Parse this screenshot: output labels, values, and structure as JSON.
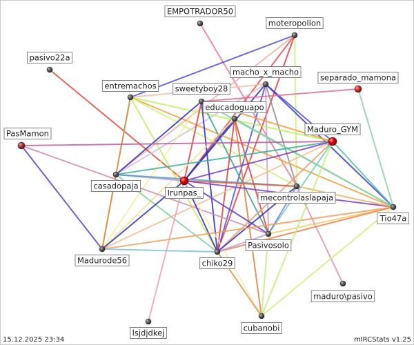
{
  "footer": {
    "timestamp": "15.12.2025 23:34",
    "version": "mIRCStats v1.25"
  },
  "nodes": [
    {
      "id": "EMPOTRADOR50",
      "label": "EMPOTRADOR50",
      "color": "#555555"
    },
    {
      "id": "moteropollon",
      "label": "moteropollon",
      "color": "#555555"
    },
    {
      "id": "pasivo22a",
      "label": "pasivo22a",
      "color": "#555555"
    },
    {
      "id": "macho_x_macho",
      "label": "macho_x_macho",
      "color": "#555555"
    },
    {
      "id": "separado_mamona",
      "label": "separado_mamona",
      "color": "#cc2222"
    },
    {
      "id": "entremachos",
      "label": "entremachos",
      "color": "#555555"
    },
    {
      "id": "sweetyboy28",
      "label": "sweetyboy28",
      "color": "#555555"
    },
    {
      "id": "educadoguapo",
      "label": "educadoguapo",
      "color": "#555555"
    },
    {
      "id": "PasMamon",
      "label": "PasMamon",
      "color": "#a03030"
    },
    {
      "id": "Maduro_GYM",
      "label": "Maduro_GYM",
      "color": "#e00000"
    },
    {
      "id": "casadopaja",
      "label": "casadopaja",
      "color": "#555555"
    },
    {
      "id": "Irunpas_",
      "label": "Irunpas_",
      "color": "#e00000"
    },
    {
      "id": "mecontrolaslapaja",
      "label": "mecontrolaslapaja",
      "color": "#555555"
    },
    {
      "id": "Tio47a",
      "label": "Tio47a",
      "color": "#555555"
    },
    {
      "id": "Pasivosolo",
      "label": "Pasivosolo",
      "color": "#555555"
    },
    {
      "id": "Madurode56",
      "label": "Madurode56",
      "color": "#555555"
    },
    {
      "id": "chiko29",
      "label": "chiko29",
      "color": "#555555"
    },
    {
      "id": "maduro\\pasivo",
      "label": "maduro\\pasivo",
      "color": "#555555"
    },
    {
      "id": "lsjdjdkej",
      "label": "lsjdjdkej",
      "color": "#555555"
    },
    {
      "id": "cubanobi",
      "label": "cubanobi",
      "color": "#555555"
    }
  ],
  "edges": [
    {
      "a": "EMPOTRADOR50",
      "b": "mecontrolaslapaja",
      "color": "#e87a9a"
    },
    {
      "a": "moteropollon",
      "b": "Irunpas_",
      "color": "#e05050"
    },
    {
      "a": "moteropollon",
      "b": "casadopaja",
      "color": "#f0b0a0"
    },
    {
      "a": "moteropollon",
      "b": "mecontrolaslapaja",
      "color": "#d0f080"
    },
    {
      "a": "moteropollon",
      "b": "chiko29",
      "color": "#e04040"
    },
    {
      "a": "moteropollon",
      "b": "entremachos",
      "color": "#5050d0"
    },
    {
      "a": "pasivo22a",
      "b": "Irunpas_",
      "color": "#e84a3a"
    },
    {
      "a": "macho_x_macho",
      "b": "Irunpas_",
      "color": "#3030c0"
    },
    {
      "a": "macho_x_macho",
      "b": "Maduro_GYM",
      "color": "#5050e0"
    },
    {
      "a": "macho_x_macho",
      "b": "Tio47a",
      "color": "#3a3ad0"
    },
    {
      "a": "macho_x_macho",
      "b": "chiko29",
      "color": "#5050e0"
    },
    {
      "a": "macho_x_macho",
      "b": "Pasivosolo",
      "color": "#d0a0d0"
    },
    {
      "a": "macho_x_macho",
      "b": "mecontrolaslapaja",
      "color": "#909090"
    },
    {
      "a": "macho_x_macho",
      "b": "casadopaja",
      "color": "#d0c0e0"
    },
    {
      "a": "macho_x_macho",
      "b": "entremachos",
      "color": "#f0c0a0"
    },
    {
      "a": "separado_mamona",
      "b": "sweetyboy28",
      "color": "#e07090"
    },
    {
      "a": "separado_mamona",
      "b": "Tio47a",
      "color": "#90d0a0"
    },
    {
      "a": "entremachos",
      "b": "casadopaja",
      "color": "#c0b060"
    },
    {
      "a": "entremachos",
      "b": "Maduro_GYM",
      "color": "#c0f060"
    },
    {
      "a": "entremachos",
      "b": "Tio47a",
      "color": "#f0a040"
    },
    {
      "a": "entremachos",
      "b": "chiko29",
      "color": "#c0f060"
    },
    {
      "a": "entremachos",
      "b": "Madurode56",
      "color": "#d09050"
    },
    {
      "a": "entremachos",
      "b": "mecontrolaslapaja",
      "color": "#d0f080"
    },
    {
      "a": "sweetyboy28",
      "b": "casadopaja",
      "color": "#3030c0"
    },
    {
      "a": "sweetyboy28",
      "b": "Irunpas_",
      "color": "#e04040"
    },
    {
      "a": "sweetyboy28",
      "b": "Maduro_GYM",
      "color": "#f0a040"
    },
    {
      "a": "sweetyboy28",
      "b": "Pasivosolo",
      "color": "#40a0a0"
    },
    {
      "a": "sweetyboy28",
      "b": "chiko29",
      "color": "#3030c0"
    },
    {
      "a": "sweetyboy28",
      "b": "Tio47a",
      "color": "#70d0b0"
    },
    {
      "a": "sweetyboy28",
      "b": "Madurode56",
      "color": "#f0f0a0"
    },
    {
      "a": "educadoguapo",
      "b": "Irunpas_",
      "color": "#3030c0"
    },
    {
      "a": "educadoguapo",
      "b": "chiko29",
      "color": "#e04040"
    },
    {
      "a": "educadoguapo",
      "b": "Pasivosolo",
      "color": "#e04040"
    },
    {
      "a": "educadoguapo",
      "b": "cubanobi",
      "color": "#e08040"
    },
    {
      "a": "educadoguapo",
      "b": "Tio47a",
      "color": "#90d0a0"
    },
    {
      "a": "educadoguapo",
      "b": "Madurode56",
      "color": "#f0e0a0"
    },
    {
      "a": "PasMamon",
      "b": "Madurode56",
      "color": "#6040c0"
    },
    {
      "a": "PasMamon",
      "b": "Maduro_GYM",
      "color": "#c060a0"
    },
    {
      "a": "PasMamon",
      "b": "Pasivosolo",
      "color": "#d090b0"
    },
    {
      "a": "Maduro_GYM",
      "b": "casadopaja",
      "color": "#40b0a0"
    },
    {
      "a": "Maduro_GYM",
      "b": "Irunpas_",
      "color": "#8040c0"
    },
    {
      "a": "Maduro_GYM",
      "b": "Tio47a",
      "color": "#50c0b0"
    },
    {
      "a": "Maduro_GYM",
      "b": "chiko29",
      "color": "#e0a070"
    },
    {
      "a": "Maduro_GYM",
      "b": "Madurode56",
      "color": "#f0c090"
    },
    {
      "a": "Maduro_GYM",
      "b": "Pasivosolo",
      "color": "#70d0b0"
    },
    {
      "a": "casadopaja",
      "b": "Irunpas_",
      "color": "#c090e0"
    },
    {
      "a": "casadopaja",
      "b": "chiko29",
      "color": "#80d0a0"
    },
    {
      "a": "casadopaja",
      "b": "mecontrolaslapaja",
      "color": "#50a0c0"
    },
    {
      "a": "casadopaja",
      "b": "Madurode56",
      "color": "#e09040"
    },
    {
      "a": "Irunpas_",
      "b": "mecontrolaslapaja",
      "color": "#e06040"
    },
    {
      "a": "Irunpas_",
      "b": "Tio47a",
      "color": "#8040c0"
    },
    {
      "a": "Irunpas_",
      "b": "chiko29",
      "color": "#3030c0"
    },
    {
      "a": "Irunpas_",
      "b": "Pasivosolo",
      "color": "#6040c0"
    },
    {
      "a": "Irunpas_",
      "b": "Madurode56",
      "color": "#3030c0"
    },
    {
      "a": "Irunpas_",
      "b": "lsjdjdkej",
      "color": "#f0a0b0"
    },
    {
      "a": "Irunpas_",
      "b": "cubanobi",
      "color": "#f0f0b0"
    },
    {
      "a": "mecontrolaslapaja",
      "b": "Tio47a",
      "color": "#f0b060"
    },
    {
      "a": "mecontrolaslapaja",
      "b": "maduro\\pasivo",
      "color": "#e090b0"
    },
    {
      "a": "mecontrolaslapaja",
      "b": "chiko29",
      "color": "#3030c0"
    },
    {
      "a": "mecontrolaslapaja",
      "b": "Pasivosolo",
      "color": "#8080d0"
    },
    {
      "a": "Tio47a",
      "b": "Madurode56",
      "color": "#f0a060"
    },
    {
      "a": "Tio47a",
      "b": "cubanobi",
      "color": "#d0f080"
    },
    {
      "a": "Tio47a",
      "b": "Pasivosolo",
      "color": "#f0d060"
    },
    {
      "a": "Tio47a",
      "b": "chiko29",
      "color": "#f08050"
    },
    {
      "a": "Pasivosolo",
      "b": "chiko29",
      "color": "#c0a0e0"
    },
    {
      "a": "Madurode56",
      "b": "chiko29",
      "color": "#80c0e0"
    },
    {
      "a": "chiko29",
      "b": "cubanobi",
      "color": "#e09050"
    },
    {
      "a": "Maduro_GYM",
      "b": "cubanobi",
      "color": "#c0f080"
    },
    {
      "a": "Pasivosolo",
      "b": "cubanobi",
      "color": "#c0f080"
    }
  ]
}
